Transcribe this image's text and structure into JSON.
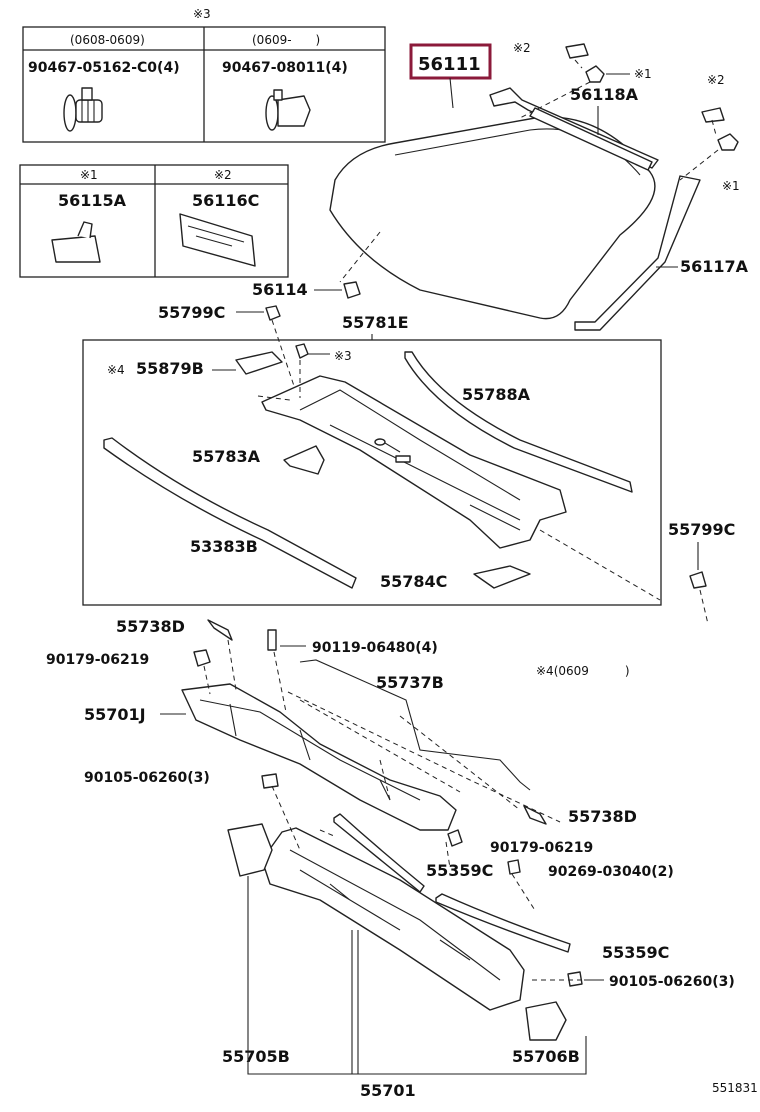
{
  "inset1": {
    "note": "※3",
    "col1_range": "(0608-0609)",
    "col2_range": "(0609-　　)",
    "col1_part": "90467-05162-C0(4)",
    "col2_part": "90467-08011(4)"
  },
  "inset2": {
    "col1_note": "※1",
    "col2_note": "※2",
    "col1_part": "56115A",
    "col2_part": "56116C"
  },
  "labels": {
    "p56111": "56111",
    "p56118A": "56118A",
    "p56117A": "56117A",
    "p56114": "56114",
    "p55799C_top": "55799C",
    "p55781E": "55781E",
    "p55879B": "55879B",
    "p55879B_note": "※4",
    "clip_note": "※3",
    "p55788A": "55788A",
    "p55783A": "55783A",
    "p53383B": "53383B",
    "p55784C": "55784C",
    "p55799C_right": "55799C",
    "p55738D_top": "55738D",
    "p90119": "90119-06480(4)",
    "p90179_top": "90179-06219",
    "p55737B": "55737B",
    "note4": "※4(0609　　　)",
    "p55701J": "55701J",
    "p90105_left": "90105-06260(3)",
    "p55738D_right": "55738D",
    "p90179_mid": "90179-06219",
    "p55359C_1": "55359C",
    "p90269": "90269-03040(2)",
    "p55359C_2": "55359C",
    "p90105_right": "90105-06260(3)",
    "p55705B": "55705B",
    "p55706B": "55706B",
    "p55701": "55701",
    "diagram_id": "551831"
  },
  "markers": {
    "m2a": "※2",
    "m1a": "※1",
    "m2b": "※2",
    "m1b": "※1"
  },
  "colors": {
    "highlight": "#8b1a3a",
    "ink": "#222222"
  }
}
